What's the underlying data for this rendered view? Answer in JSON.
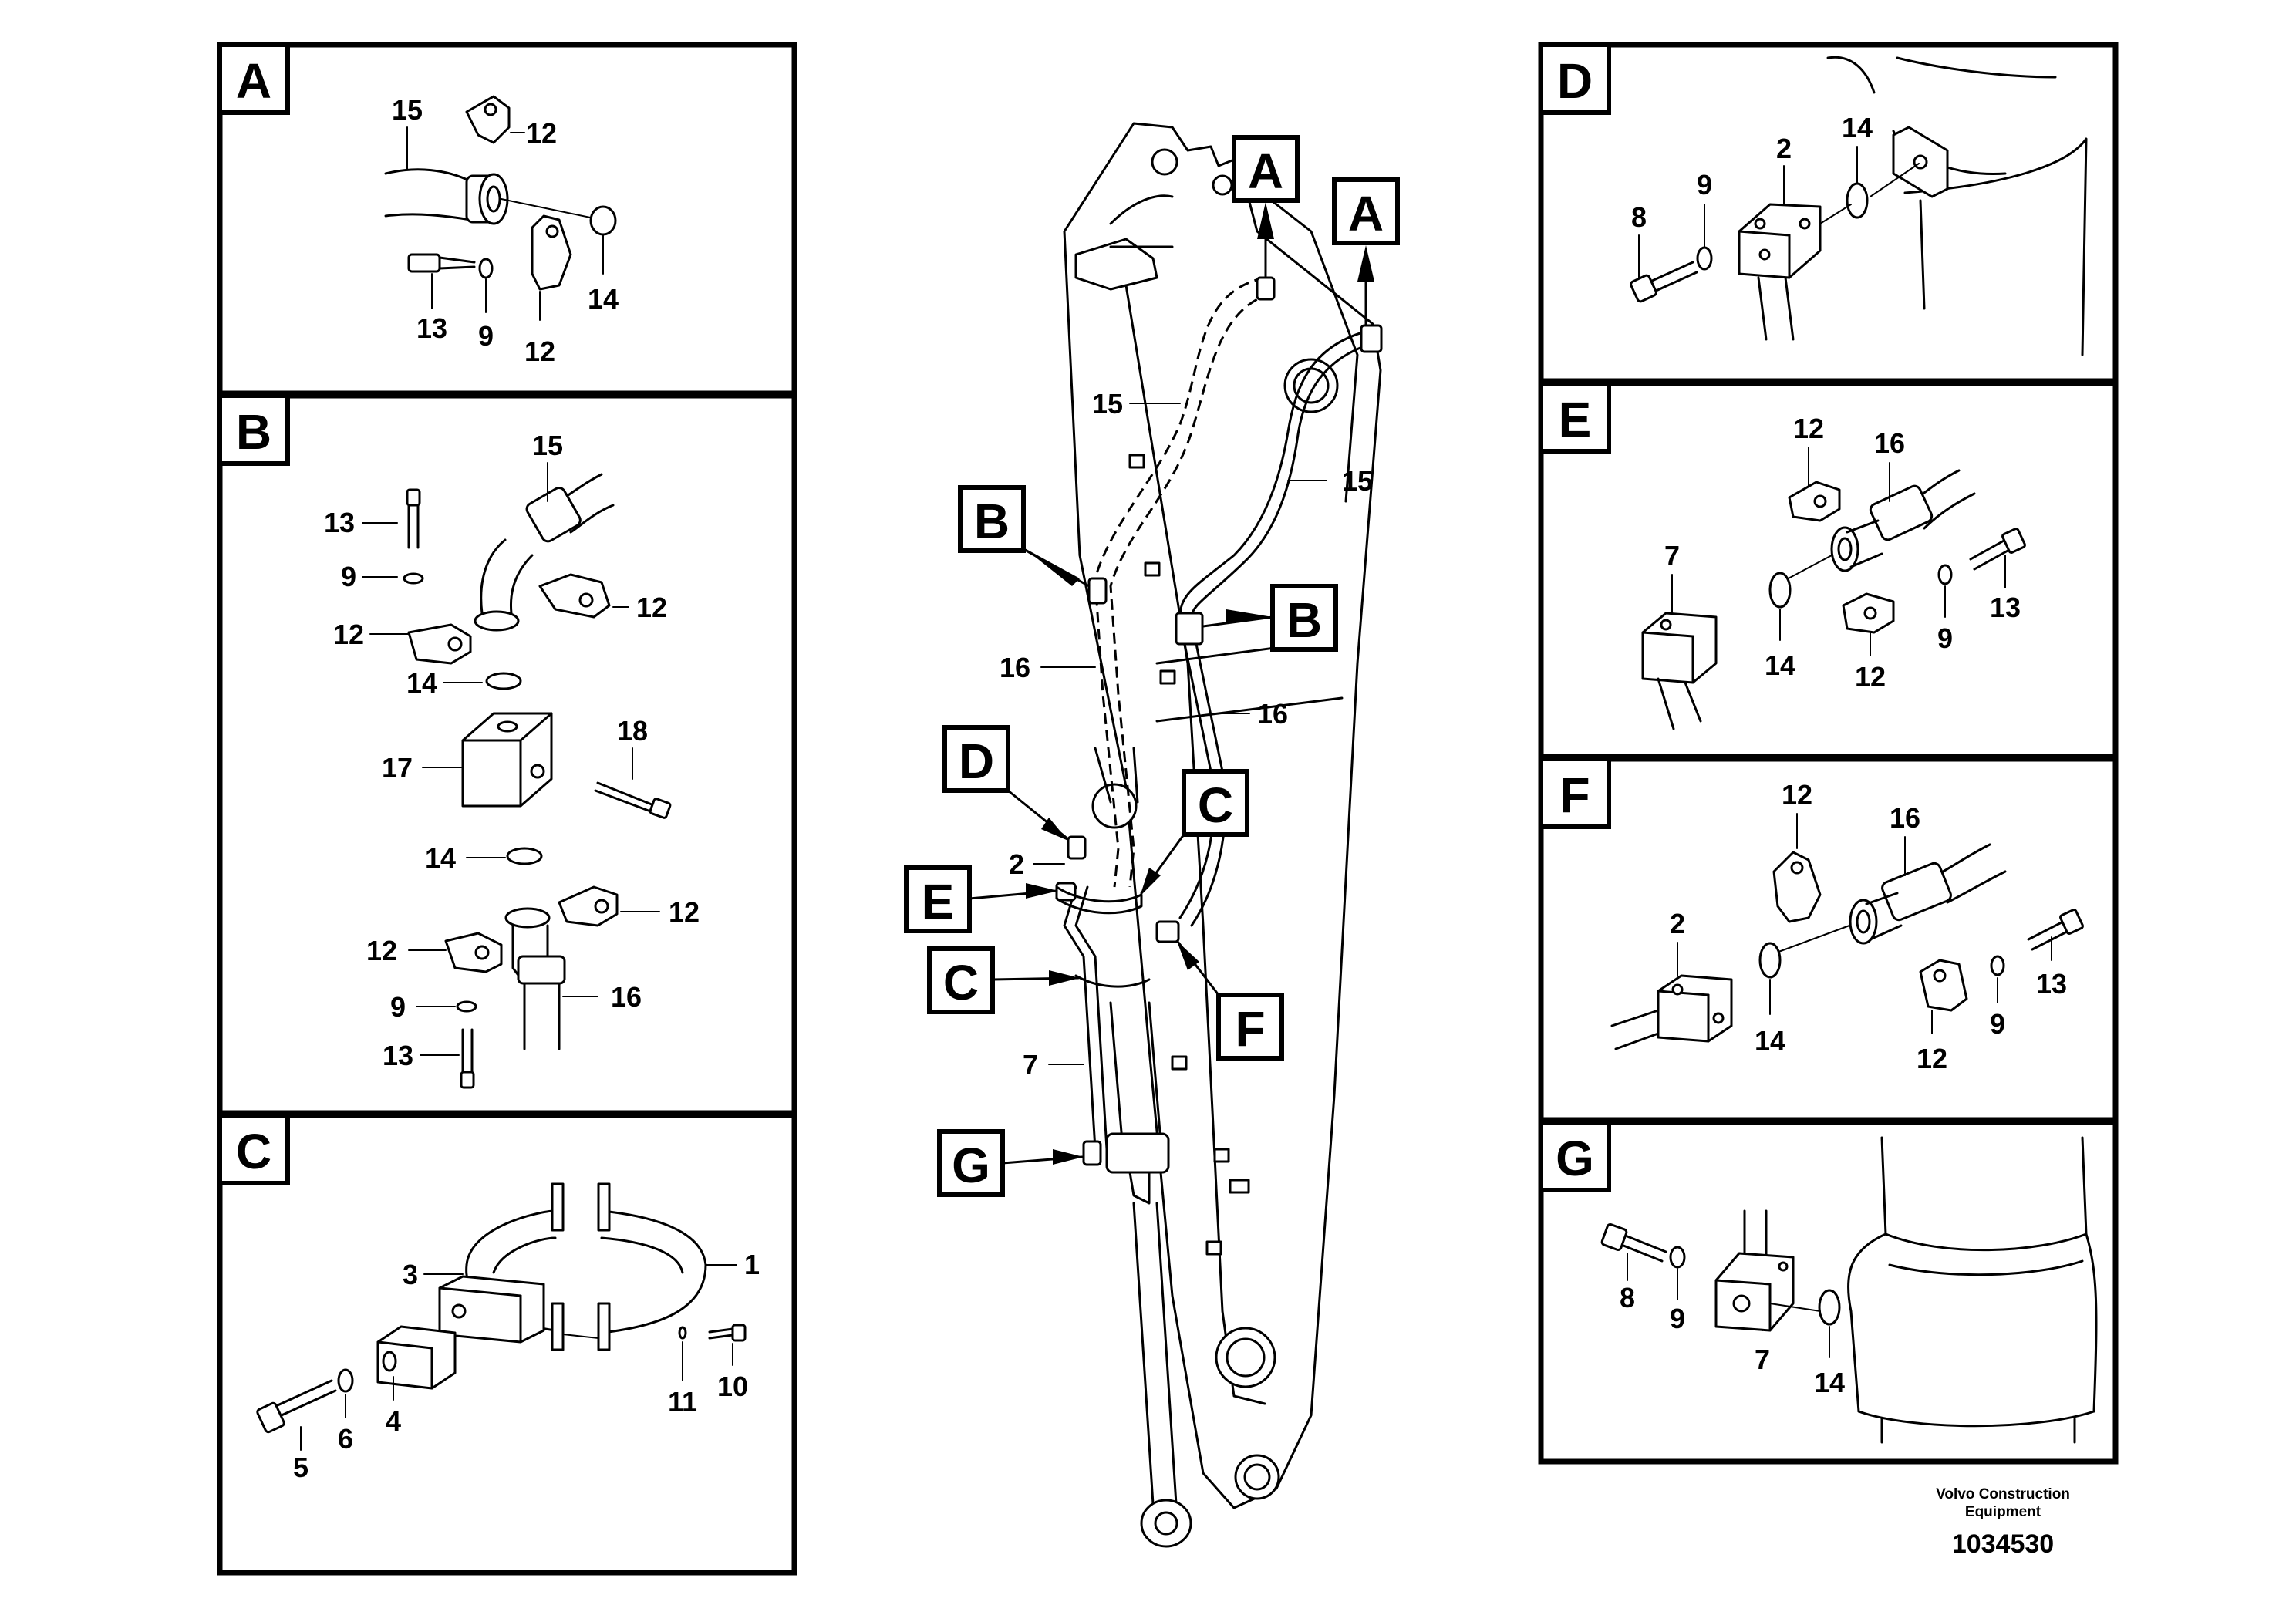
{
  "panels": {
    "A": {
      "label": "A",
      "parts": [
        "15",
        "12",
        "14",
        "13",
        "9",
        "12"
      ]
    },
    "B": {
      "label": "B",
      "parts": [
        "15",
        "13",
        "9",
        "12",
        "12",
        "14",
        "18",
        "17",
        "14",
        "12",
        "12",
        "9",
        "16",
        "13"
      ]
    },
    "C": {
      "label": "C",
      "parts": [
        "3",
        "1",
        "5",
        "6",
        "4",
        "11",
        "10"
      ]
    },
    "D": {
      "label": "D",
      "parts": [
        "14",
        "2",
        "9",
        "8"
      ]
    },
    "E": {
      "label": "E",
      "parts": [
        "12",
        "16",
        "7",
        "13",
        "14",
        "9",
        "12"
      ]
    },
    "F": {
      "label": "F",
      "parts": [
        "12",
        "16",
        "2",
        "13",
        "14",
        "9",
        "12"
      ]
    },
    "G": {
      "label": "G",
      "parts": [
        "8",
        "9",
        "7",
        "14"
      ]
    }
  },
  "main": {
    "callouts": [
      "A",
      "A",
      "B",
      "B",
      "D",
      "C",
      "E",
      "C",
      "F",
      "G"
    ],
    "parts": [
      "15",
      "15",
      "16",
      "16",
      "2",
      "7"
    ]
  },
  "footer": {
    "company": "Volvo Construction",
    "company2": "Equipment",
    "drawing_number": "1034530"
  }
}
